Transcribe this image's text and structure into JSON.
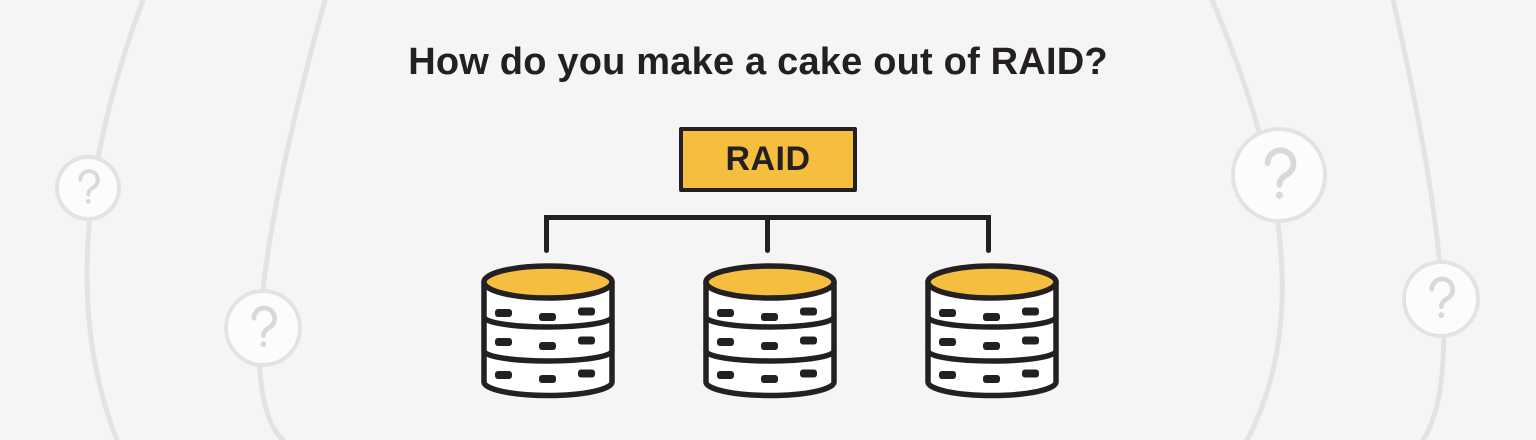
{
  "title": "How do you make a cake out of RAID?",
  "diagram": {
    "root_label": "RAID",
    "children_count": 3,
    "child_icon": "database-icon"
  },
  "decoration": {
    "question_mark_glyph": "?",
    "question_mark_count": 4
  },
  "colors": {
    "background": "#F5F5F6",
    "accent_yellow": "#F6BE3E",
    "ink": "#242021",
    "disk_band_fill": "#FFFFFF",
    "decoration_gray": "#E3E3E4",
    "decoration_circle_fill": "#FCFCFC",
    "decoration_question_mark": "#D9D9DA"
  }
}
